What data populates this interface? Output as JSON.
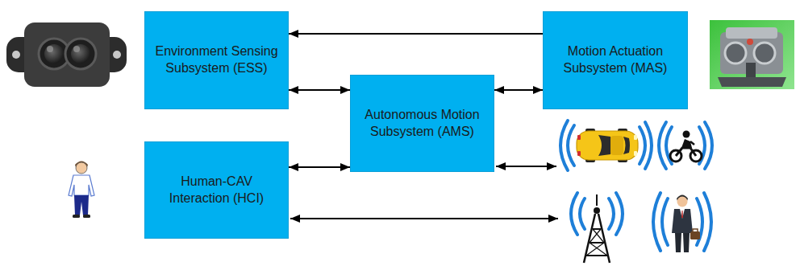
{
  "diagram": {
    "nodes": [
      {
        "text": [
          "Environment Sensing Subsystem (ESS)"
        ]
      },
      {
        "text": [
          "Motion Actuation Subsystem (MAS)"
        ]
      },
      {
        "text": [
          "Autonomous Motion Subsystem (AMS)"
        ]
      },
      {
        "text": [
          "Human-CAV Interaction (HCI)"
        ]
      }
    ],
    "edges": [
      {
        "from": 1,
        "to": 0,
        "arrow": "to"
      },
      {
        "from": 0,
        "to": 2,
        "arrow": "both"
      },
      {
        "from": 2,
        "to": 1,
        "arrow": "both"
      },
      {
        "from": 3,
        "to": 2,
        "arrow": "both"
      }
    ]
  }
}
